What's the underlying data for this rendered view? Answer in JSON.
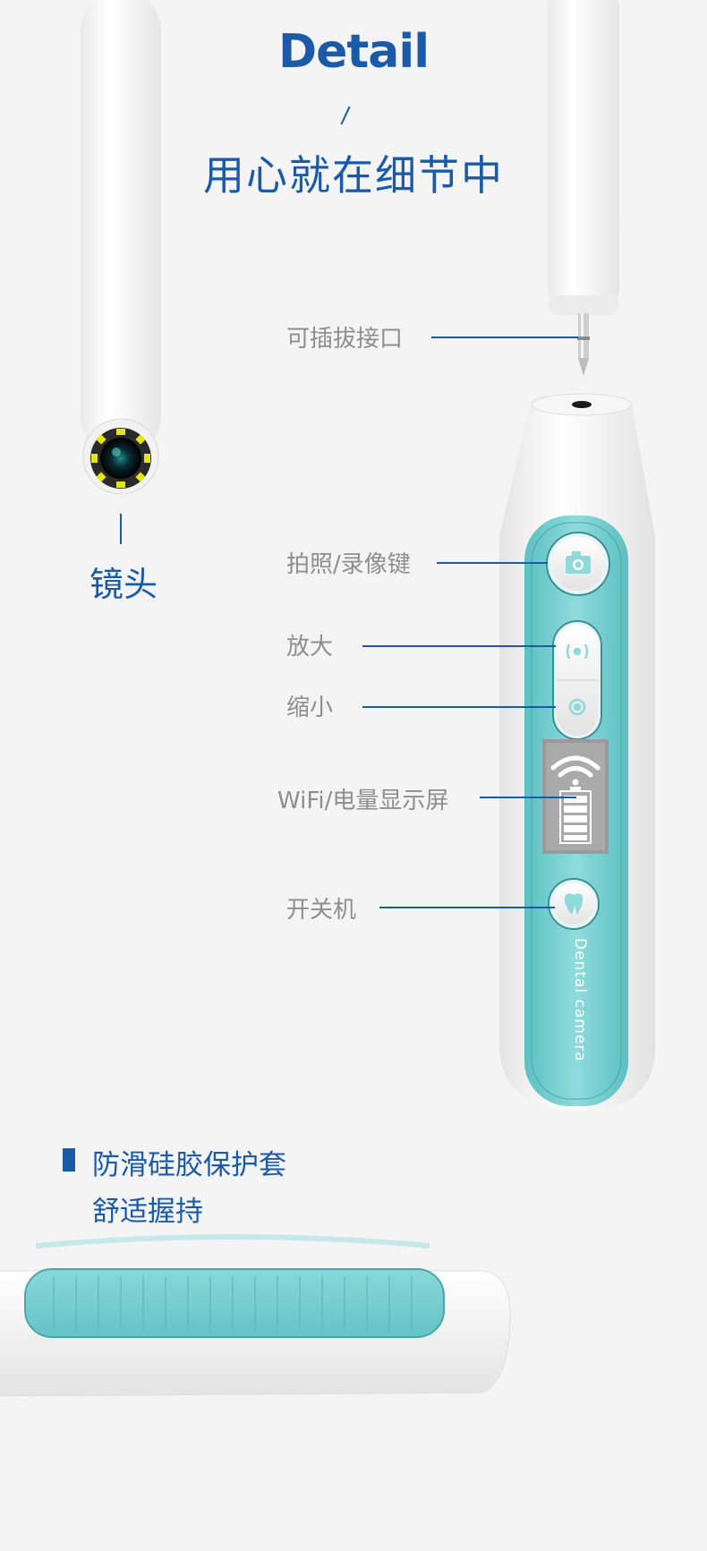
{
  "header": {
    "title": "Detail",
    "subtitle": "用心就在细节中"
  },
  "callouts": {
    "connector": "可插拔接口",
    "lens": "镜头",
    "photo_video_key": "拍照/录像键",
    "zoom_in": "放大",
    "zoom_out": "缩小",
    "display": "WiFi/电量显示屏",
    "power": "开关机"
  },
  "device": {
    "brand_text": "Dental camera",
    "accent_color": "#7fd3d4",
    "body_color": "#ffffff",
    "brand_color": "#1a5aa8",
    "icons": [
      "camera-icon",
      "zoom-in-icon",
      "zoom-out-icon",
      "wifi-icon",
      "battery-icon",
      "tooth-icon"
    ]
  },
  "sleeve": {
    "line1": "防滑硅胶保护套",
    "line2": "舒适握持"
  }
}
